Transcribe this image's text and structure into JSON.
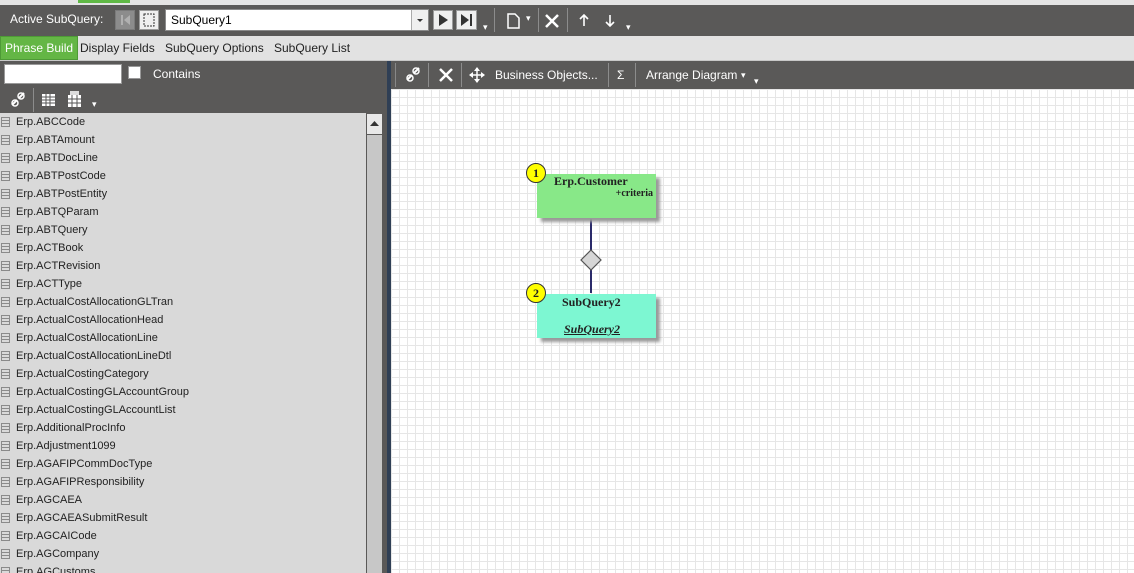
{
  "toolbar": {
    "active_label": "Active SubQuery:",
    "subquery_value": "SubQuery1"
  },
  "tabs": [
    "Phrase Build",
    "Display Fields",
    "SubQuery Options",
    "SubQuery List"
  ],
  "left_panel": {
    "search_value": "",
    "contains_label": "Contains",
    "contains_checked": false,
    "items": [
      "Erp.ABCCode",
      "Erp.ABTAmount",
      "Erp.ABTDocLine",
      "Erp.ABTPostCode",
      "Erp.ABTPostEntity",
      "Erp.ABTQParam",
      "Erp.ABTQuery",
      "Erp.ACTBook",
      "Erp.ACTRevision",
      "Erp.ACTType",
      "Erp.ActualCostAllocationGLTran",
      "Erp.ActualCostAllocationHead",
      "Erp.ActualCostAllocationLine",
      "Erp.ActualCostAllocationLineDtl",
      "Erp.ActualCostingCategory",
      "Erp.ActualCostingGLAccountGroup",
      "Erp.ActualCostingGLAccountList",
      "Erp.AdditionalProcInfo",
      "Erp.Adjustment1099",
      "Erp.AGAFIPCommDocType",
      "Erp.AGAFIPResponsibility",
      "Erp.AGCAEA",
      "Erp.AGCAEASubmitResult",
      "Erp.AGCAICode",
      "Erp.AGCompany",
      "Erp.AGCustoms"
    ]
  },
  "diagram_toolbar": {
    "business_objects": "Business Objects...",
    "sigma": "Σ",
    "arrange": "Arrange Diagram"
  },
  "diagram": {
    "nodes": [
      {
        "number": "1",
        "title": "Erp.Customer",
        "subtitle": "+criteria",
        "color": "#88e888"
      },
      {
        "number": "2",
        "title": "SubQuery2",
        "subtitle": "SubQuery2",
        "color": "#7df7d2"
      }
    ],
    "connector_color": "#2a2a6a"
  },
  "colors": {
    "toolbar_bg": "#5a5958",
    "accent_green": "#64b645",
    "badge_yellow": "#ffff00"
  }
}
